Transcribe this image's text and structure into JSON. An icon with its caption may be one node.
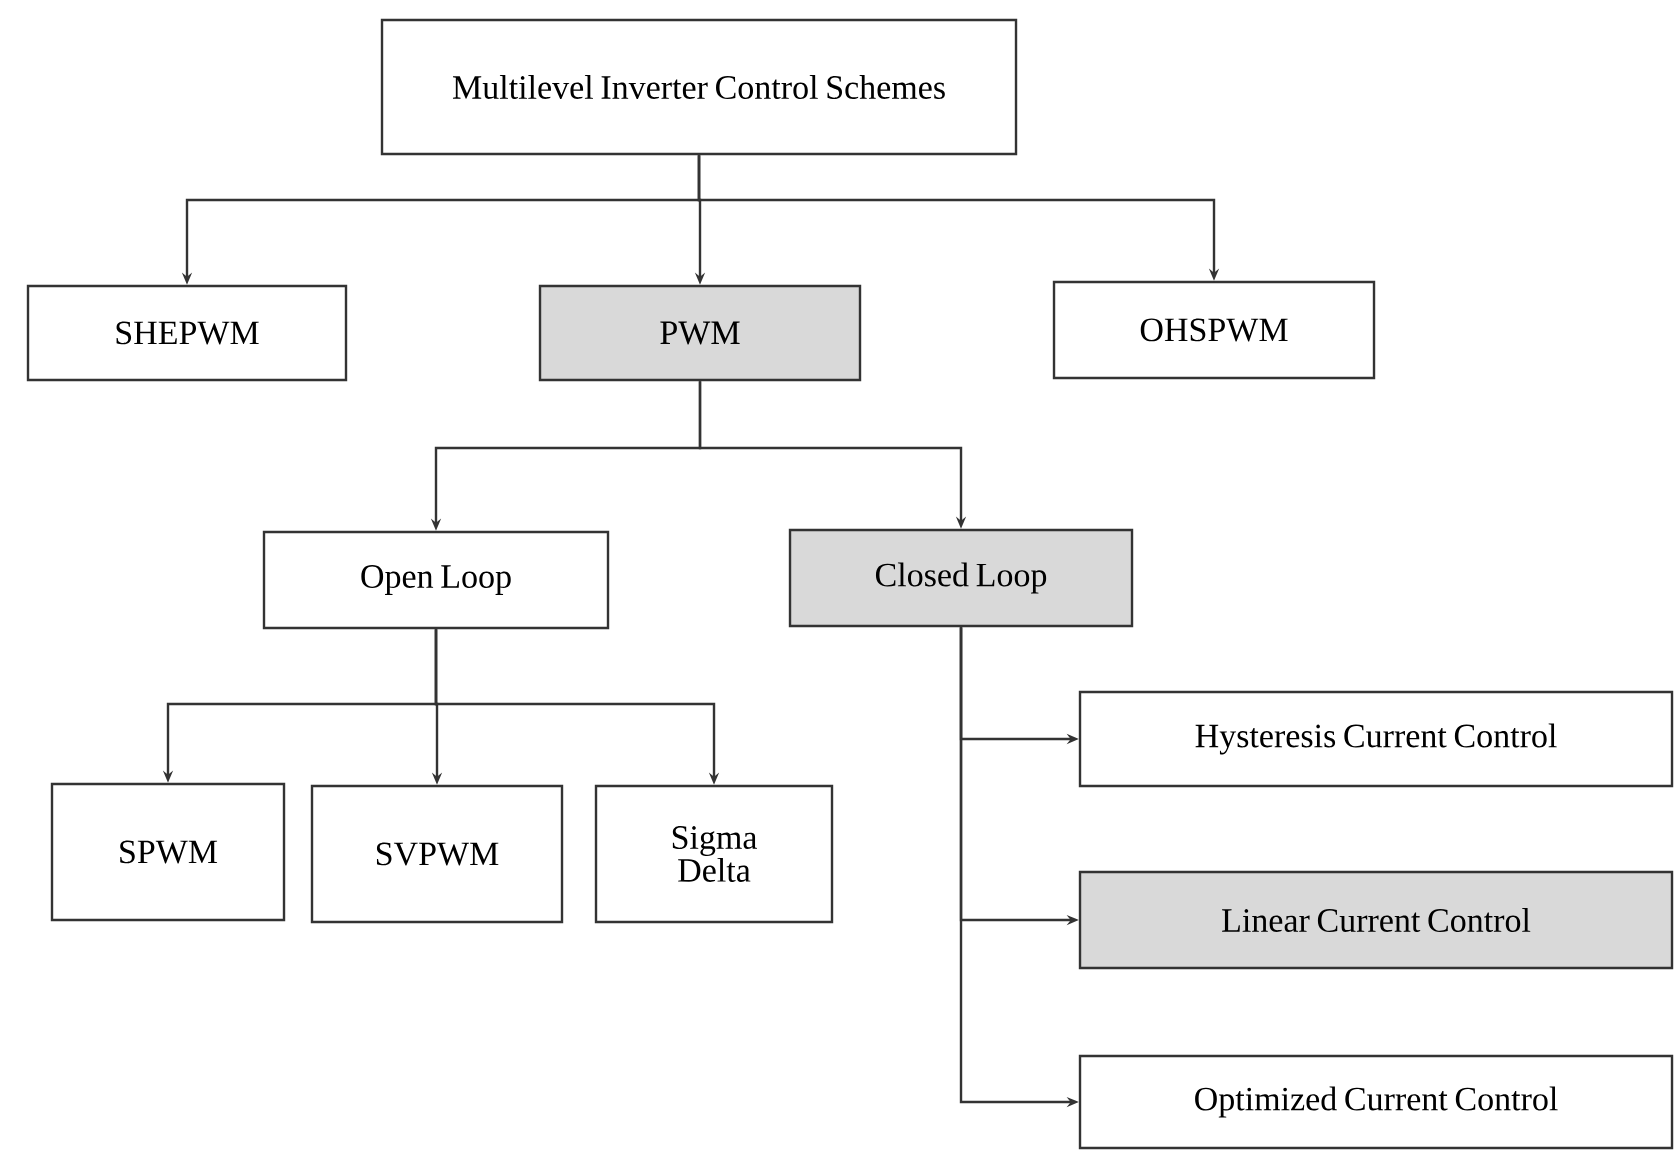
{
  "diagram": {
    "nodes": [
      {
        "text": [
          "Multilevel Inverter Control Schemes"
        ]
      },
      {
        "text": [
          "SHEPWM"
        ]
      },
      {
        "text": [
          "PWM"
        ]
      },
      {
        "text": [
          "OHSPWM"
        ]
      },
      {
        "text": [
          "Open Loop"
        ]
      },
      {
        "text": [
          "Closed Loop"
        ]
      },
      {
        "text": [
          "SPWM"
        ]
      },
      {
        "text": [
          "SVPWM"
        ]
      },
      {
        "text": [
          "Sigma Delta"
        ]
      },
      {
        "text": [
          "Hysteresis Current Control"
        ]
      },
      {
        "text": [
          "Linear Current Control"
        ]
      },
      {
        "text": [
          "Optimized Current Control"
        ]
      }
    ],
    "edges": [
      {
        "from": 0,
        "to": 1,
        "arrow": "to"
      },
      {
        "from": 0,
        "to": 2,
        "arrow": "to"
      },
      {
        "from": 0,
        "to": 3,
        "arrow": "to"
      },
      {
        "from": 2,
        "to": 4,
        "arrow": "to"
      },
      {
        "from": 2,
        "to": 5,
        "arrow": "to"
      },
      {
        "from": 4,
        "to": 6,
        "arrow": "to"
      },
      {
        "from": 4,
        "to": 7,
        "arrow": "to"
      },
      {
        "from": 4,
        "to": 8,
        "arrow": "to"
      },
      {
        "from": 5,
        "to": 9,
        "arrow": "to"
      },
      {
        "from": 5,
        "to": 10,
        "arrow": "to"
      },
      {
        "from": 5,
        "to": 11,
        "arrow": "to"
      }
    ]
  }
}
